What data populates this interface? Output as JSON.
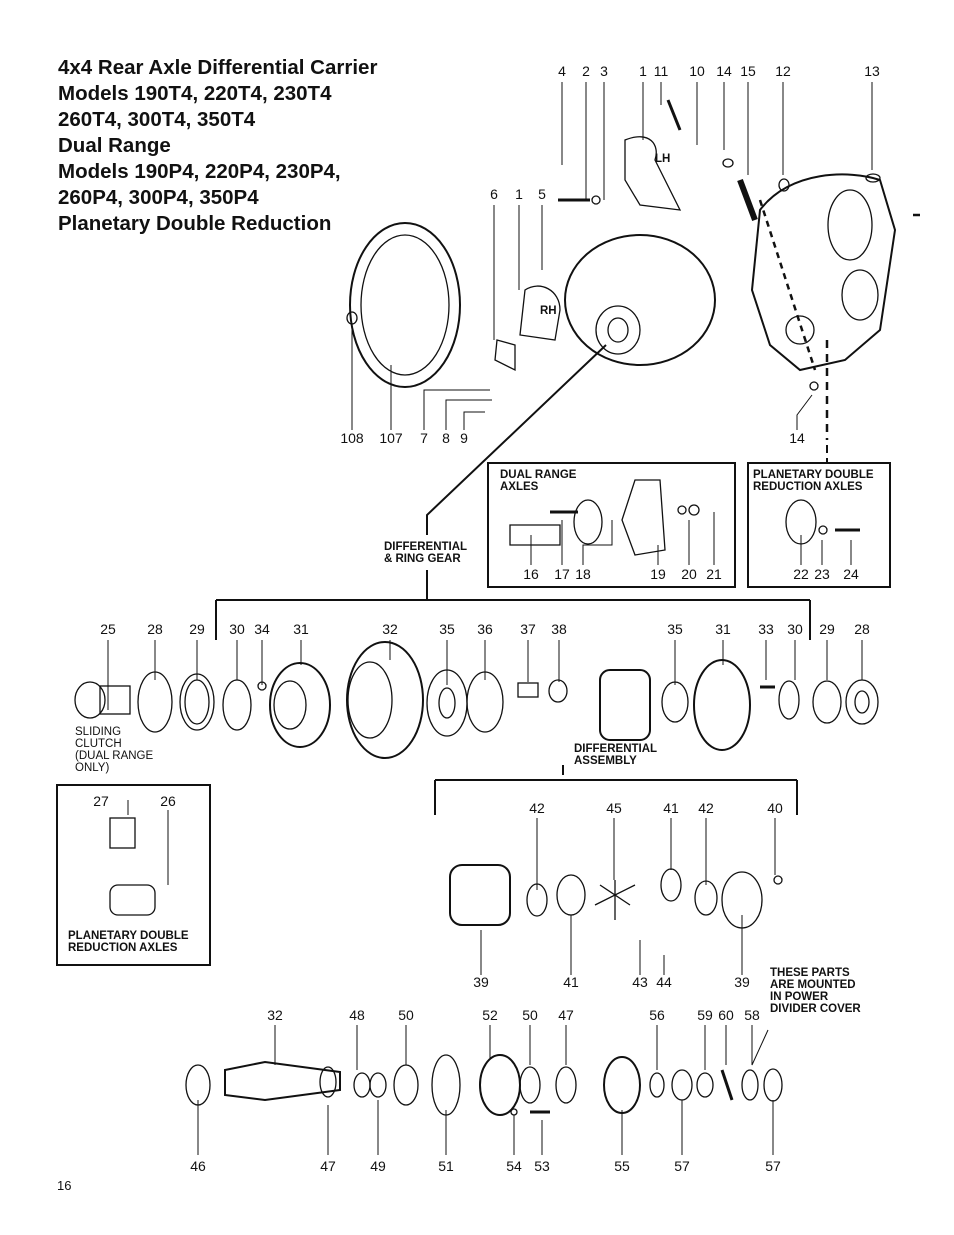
{
  "title": [
    "4x4 Rear Axle Differential Carrier",
    "Models 190T4, 220T4, 230T4",
    "260T4, 300T4, 350T4",
    "Dual Range",
    "Models 190P4, 220P4, 230P4,",
    "260P4, 300P4, 350P4",
    "Planetary Double Reduction"
  ],
  "top_row": [
    "4",
    "2",
    "3",
    "1",
    "11",
    "10",
    "14",
    "15",
    "12",
    "13"
  ],
  "mid_row": [
    "6",
    "1",
    "5"
  ],
  "lower_row": [
    "108",
    "107",
    "7",
    "8",
    "9",
    "14"
  ],
  "side_marks": {
    "lh": "LH",
    "rh": "RH"
  },
  "dual_range_box": {
    "title": "DUAL RANGE\nAXLES",
    "labels": [
      "16",
      "17",
      "18",
      "19",
      "20",
      "21"
    ]
  },
  "planetary_box": {
    "title": "PLANETARY DOUBLE\nREDUCTION AXLES",
    "labels": [
      "22",
      "23",
      "24"
    ]
  },
  "diff_ring_gear": "DIFFERENTIAL\n& RING GEAR",
  "ring_row": [
    "25",
    "28",
    "29",
    "30",
    "34",
    "31",
    "32",
    "35",
    "36",
    "37",
    "38",
    "35",
    "31",
    "33",
    "30",
    "29",
    "28"
  ],
  "sliding_clutch": "SLIDING\nCLUTCH\n(DUAL RANGE\nONLY)",
  "diff_assembly": "DIFFERENTIAL\nASSEMBLY",
  "planetary_box2": {
    "labels": [
      "27",
      "26"
    ],
    "title": "PLANETARY DOUBLE\nREDUCTION AXLES"
  },
  "diff_top_row": [
    "42",
    "45",
    "41",
    "42",
    "40"
  ],
  "diff_bottom_row": [
    "39",
    "41",
    "43",
    "44",
    "39"
  ],
  "power_divider_note": "THESE PARTS\nARE MOUNTED\nIN POWER\nDIVIDER COVER",
  "pinion_top_row": [
    "32",
    "48",
    "50",
    "52",
    "50",
    "47",
    "56",
    "59",
    "60",
    "58"
  ],
  "pinion_bottom_row": [
    "46",
    "47",
    "49",
    "51",
    "54",
    "53",
    "55",
    "57",
    "57"
  ],
  "page_number": "16"
}
